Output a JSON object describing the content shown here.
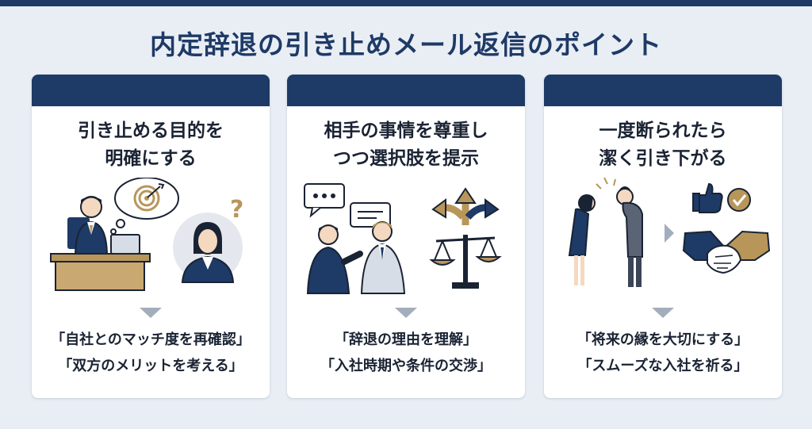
{
  "title": "内定辞退の引き止めメール返信のポイント",
  "cards": [
    {
      "title_lines": [
        "引き止める目的を",
        "明確にする"
      ],
      "points": [
        "「自社とのマッチ度を再確認」",
        "「双方のメリットを考える」"
      ],
      "icons": [
        "manager-at-desk-icon",
        "thought-bubble-target-icon",
        "question-mark-icon",
        "candidate-avatar-icon"
      ]
    },
    {
      "title_lines": [
        "相手の事情を尊重し",
        "つつ選択肢を提示"
      ],
      "points": [
        "「辞退の理由を理解」",
        "「入社時期や条件の交渉」"
      ],
      "icons": [
        "speech-bubble-icon",
        "two-people-talking-icon",
        "fork-arrows-icon",
        "balance-scale-icon"
      ]
    },
    {
      "title_lines": [
        "一度断られたら",
        "潔く引き下がる"
      ],
      "points": [
        "「将来の縁を大切にする」",
        "「スムーズな入社を祈る」"
      ],
      "icons": [
        "bowing-people-icon",
        "thumbs-up-icon",
        "check-circle-icon",
        "handshake-icon"
      ]
    }
  ],
  "colors": {
    "navy": "#1e3a66",
    "gold": "#b8965a",
    "background": "#e9eef5",
    "arrow": "#a3aebd"
  }
}
